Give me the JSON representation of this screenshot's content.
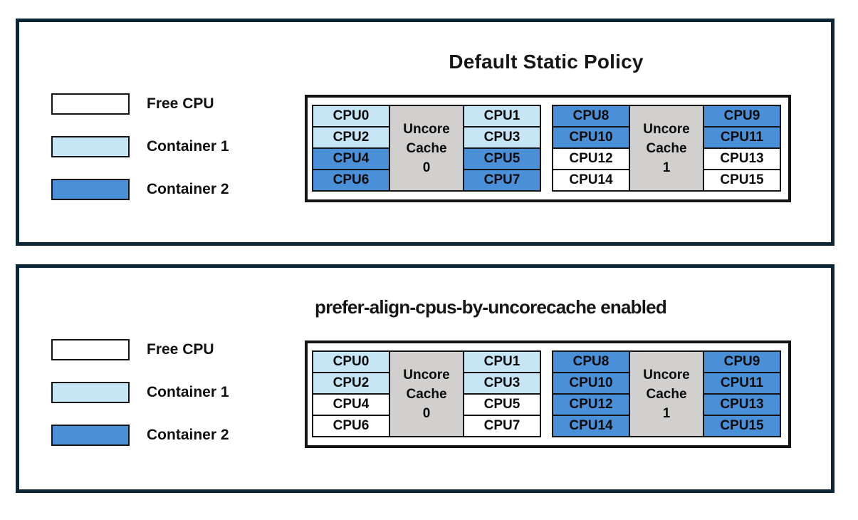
{
  "colors": {
    "free": "#ffffff",
    "container1": "#c7e6f5",
    "container2": "#4a90d9",
    "uncore": "#d1d0cf",
    "panel_border": "#0c2635",
    "cell_border": "#141414"
  },
  "legend": {
    "items": [
      {
        "label": "Free CPU",
        "state": "free"
      },
      {
        "label": "Container 1",
        "state": "container1"
      },
      {
        "label": "Container 2",
        "state": "container2"
      }
    ]
  },
  "panels": [
    {
      "title": "Default Static Policy",
      "groups": [
        {
          "uncore_lines": [
            "Uncore",
            "Cache",
            "0"
          ],
          "left": [
            {
              "cpu": "CPU0",
              "state": "container1"
            },
            {
              "cpu": "CPU2",
              "state": "container1"
            },
            {
              "cpu": "CPU4",
              "state": "container2"
            },
            {
              "cpu": "CPU6",
              "state": "container2"
            }
          ],
          "right": [
            {
              "cpu": "CPU1",
              "state": "container1"
            },
            {
              "cpu": "CPU3",
              "state": "container1"
            },
            {
              "cpu": "CPU5",
              "state": "container2"
            },
            {
              "cpu": "CPU7",
              "state": "container2"
            }
          ]
        },
        {
          "uncore_lines": [
            "Uncore",
            "Cache",
            "1"
          ],
          "left": [
            {
              "cpu": "CPU8",
              "state": "container2"
            },
            {
              "cpu": "CPU10",
              "state": "container2"
            },
            {
              "cpu": "CPU12",
              "state": "free"
            },
            {
              "cpu": "CPU14",
              "state": "free"
            }
          ],
          "right": [
            {
              "cpu": "CPU9",
              "state": "container2"
            },
            {
              "cpu": "CPU11",
              "state": "container2"
            },
            {
              "cpu": "CPU13",
              "state": "free"
            },
            {
              "cpu": "CPU15",
              "state": "free"
            }
          ]
        }
      ]
    },
    {
      "title": "prefer-align-cpus-by-uncorecache enabled",
      "groups": [
        {
          "uncore_lines": [
            "Uncore",
            "Cache",
            "0"
          ],
          "left": [
            {
              "cpu": "CPU0",
              "state": "container1"
            },
            {
              "cpu": "CPU2",
              "state": "container1"
            },
            {
              "cpu": "CPU4",
              "state": "free"
            },
            {
              "cpu": "CPU6",
              "state": "free"
            }
          ],
          "right": [
            {
              "cpu": "CPU1",
              "state": "container1"
            },
            {
              "cpu": "CPU3",
              "state": "container1"
            },
            {
              "cpu": "CPU5",
              "state": "free"
            },
            {
              "cpu": "CPU7",
              "state": "free"
            }
          ]
        },
        {
          "uncore_lines": [
            "Uncore",
            "Cache",
            "1"
          ],
          "left": [
            {
              "cpu": "CPU8",
              "state": "container2"
            },
            {
              "cpu": "CPU10",
              "state": "container2"
            },
            {
              "cpu": "CPU12",
              "state": "container2"
            },
            {
              "cpu": "CPU14",
              "state": "container2"
            }
          ],
          "right": [
            {
              "cpu": "CPU9",
              "state": "container2"
            },
            {
              "cpu": "CPU11",
              "state": "container2"
            },
            {
              "cpu": "CPU13",
              "state": "container2"
            },
            {
              "cpu": "CPU15",
              "state": "container2"
            }
          ]
        }
      ]
    }
  ]
}
